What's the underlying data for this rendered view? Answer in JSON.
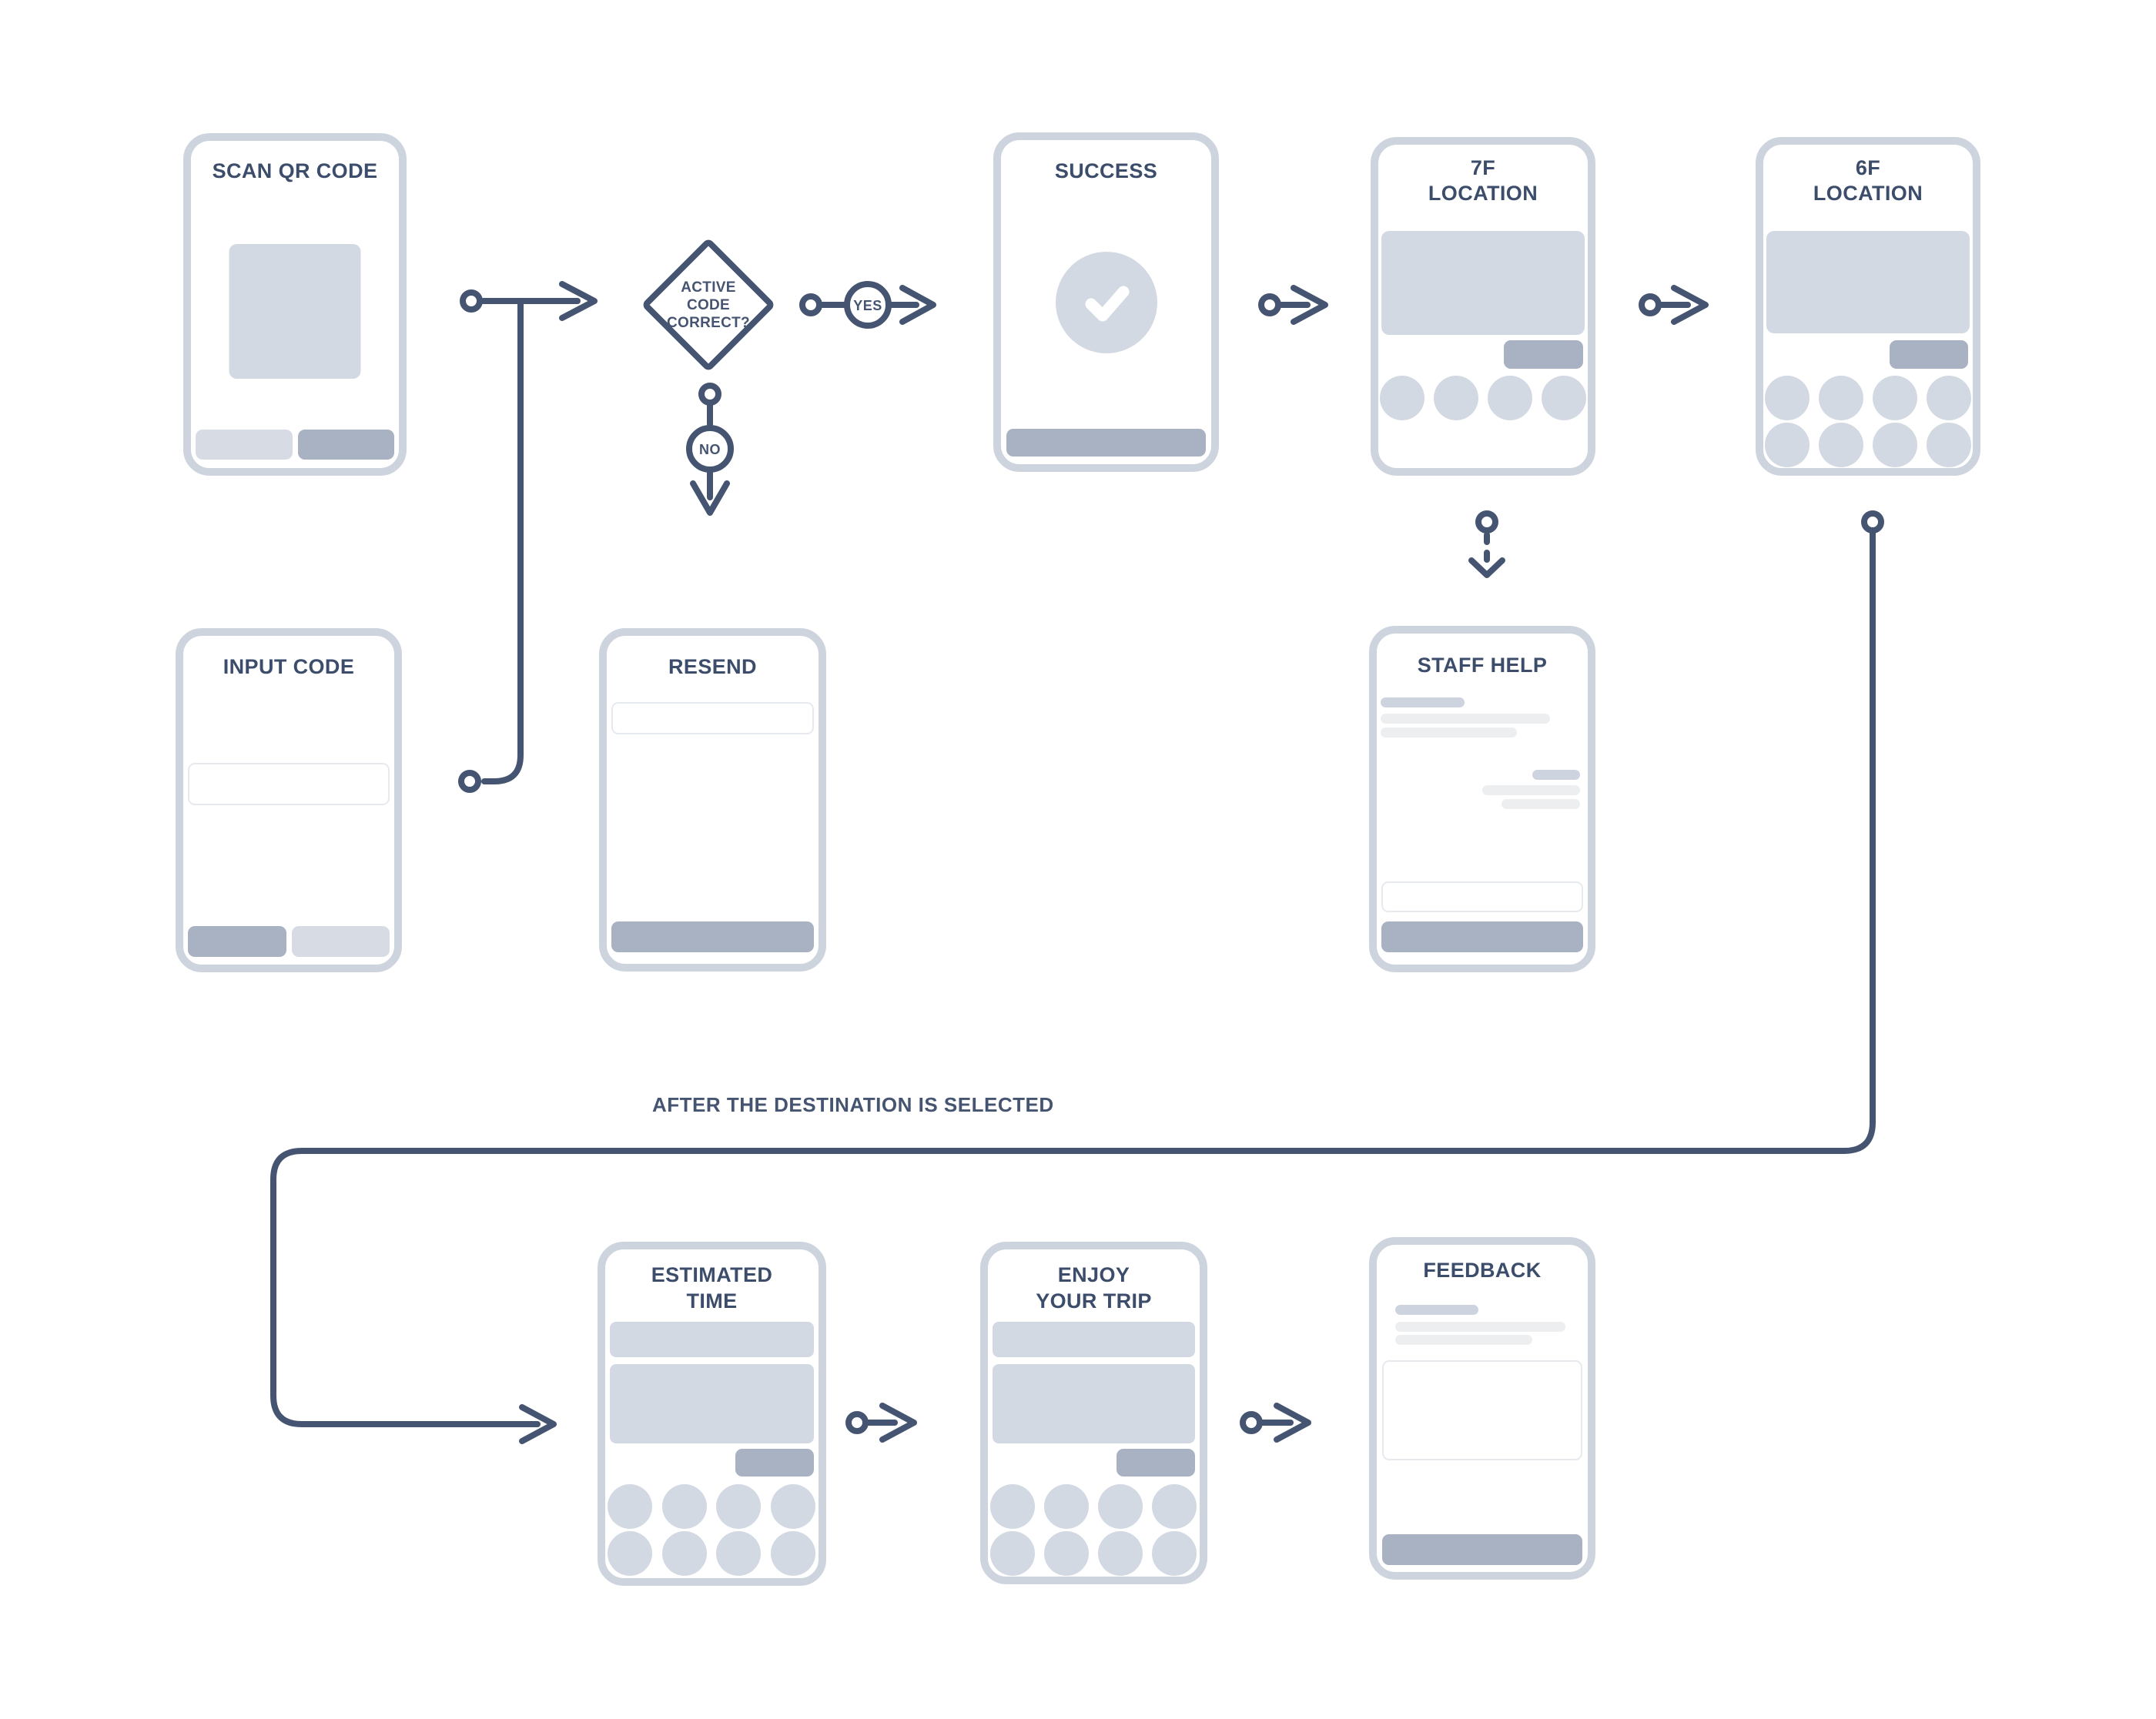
{
  "screens": {
    "scan_qr": {
      "title": "SCAN QR CODE"
    },
    "input_code": {
      "title": "INPUT CODE"
    },
    "resend": {
      "title": "RESEND"
    },
    "success": {
      "title": "SUCCESS"
    },
    "location_7f": {
      "title_line1": "7F",
      "title_line2": "LOCATION"
    },
    "location_6f": {
      "title_line1": "6F",
      "title_line2": "LOCATION"
    },
    "staff_help": {
      "title": "STAFF HELP"
    },
    "estimated_time": {
      "title_line1": "ESTIMATED",
      "title_line2": "TIME"
    },
    "enjoy_trip": {
      "title_line1": "ENJOY",
      "title_line2": "YOUR TRIP"
    },
    "feedback": {
      "title": "FEEDBACK"
    }
  },
  "decision": {
    "question": "ACTIVE CODE CORRECT?",
    "yes_label": "YES",
    "no_label": "NO"
  },
  "annotations": {
    "after_destination": "AFTER THE DESTINATION IS SELECTED"
  },
  "colors": {
    "stroke": "#455471",
    "title": "#3C4D6B",
    "phone_border": "#CDD4DE",
    "placeholder": "#D3D9E2",
    "button_dark": "#A9B2C2",
    "button_light": "#D7DCE4",
    "chat_blue": "#CDD4E0",
    "chat_light": "#EDEEF0",
    "input_border": "#E6E9EE",
    "bg": "#FFFFFF"
  }
}
